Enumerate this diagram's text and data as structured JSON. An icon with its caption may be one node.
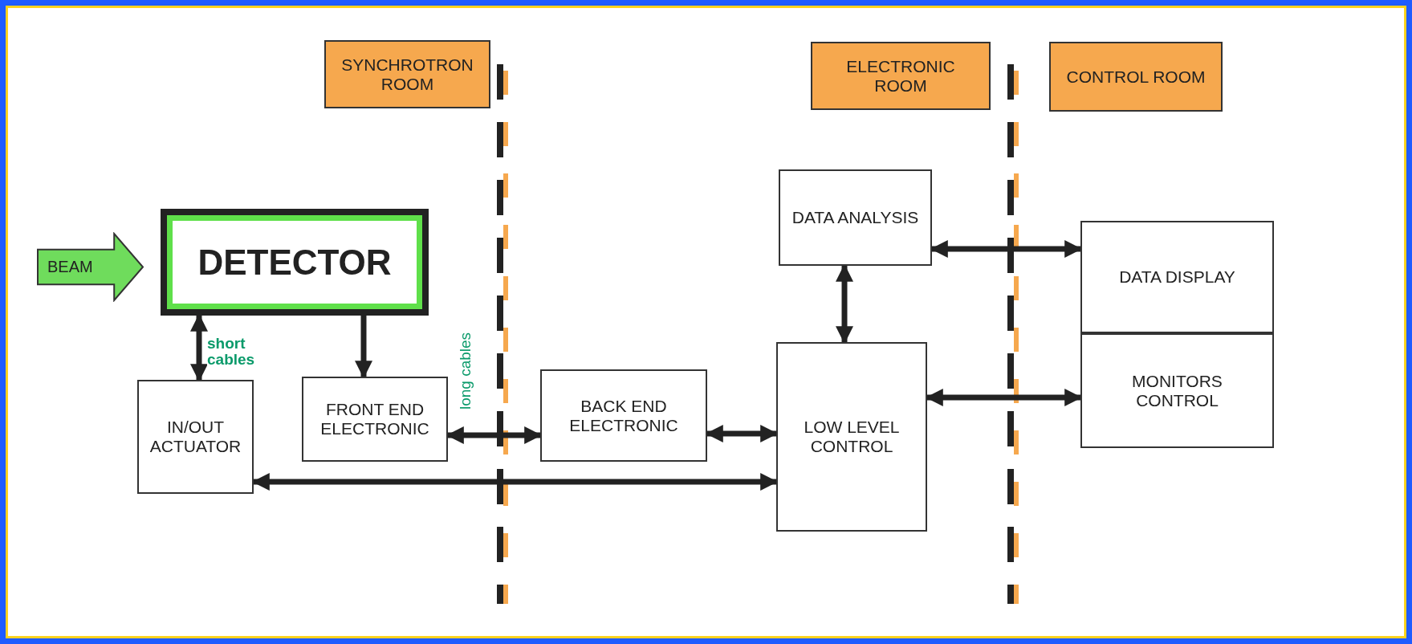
{
  "diagram": {
    "nodes": [
      {
        "text": [
          "SYNCHROTRON ROOM"
        ]
      },
      {
        "text": [
          "ELECTRONIC ROOM"
        ]
      },
      {
        "text": [
          "CONTROL ROOM"
        ]
      },
      {
        "text": [
          "BEAM"
        ]
      },
      {
        "text": [
          "DETECTOR"
        ]
      },
      {
        "text": [
          "IN/OUT ACTUATOR"
        ]
      },
      {
        "text": [
          "FRONT END ELECTRONIC"
        ]
      },
      {
        "text": [
          "BACK END ELECTRONIC"
        ]
      },
      {
        "text": [
          "DATA ANALYSIS"
        ]
      },
      {
        "text": [
          "LOW LEVEL CONTROL"
        ]
      },
      {
        "text": [
          "DATA DISPLAY"
        ]
      },
      {
        "text": [
          "MONITORS CONTROL"
        ]
      }
    ],
    "edges": [
      {
        "from": 4,
        "to": 5,
        "arrow": "both",
        "label": "short cables"
      },
      {
        "from": 4,
        "to": 6,
        "arrow": "to"
      },
      {
        "from": 6,
        "to": 7,
        "arrow": "both",
        "label": "long cables"
      },
      {
        "from": 7,
        "to": 9,
        "arrow": "both"
      },
      {
        "from": 5,
        "to": 9,
        "arrow": "both"
      },
      {
        "from": 8,
        "to": 9,
        "arrow": "both"
      },
      {
        "from": 8,
        "to": 10,
        "arrow": "both"
      },
      {
        "from": 9,
        "to": 11,
        "arrow": "both"
      }
    ]
  }
}
